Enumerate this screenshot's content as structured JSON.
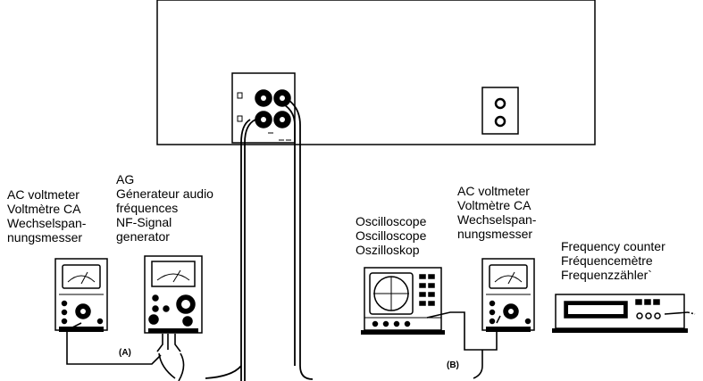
{
  "left_group": {
    "ac_voltmeter": {
      "lines": [
        "AC voltmeter",
        "Voltmètre CA",
        "Wechselspan-",
        "nungsmesser"
      ]
    },
    "audio_generator": {
      "lines": [
        "AG",
        "Génerateur audio",
        "fréquences",
        "NF-Signal",
        "generator"
      ]
    },
    "label": "(A)"
  },
  "right_group": {
    "oscilloscope": {
      "lines": [
        "Oscilloscope",
        "Oscilloscope",
        "Oszilloskop"
      ]
    },
    "ac_voltmeter": {
      "lines": [
        "AC voltmeter",
        "Voltmètre CA",
        "Wechselspan-",
        "nungsmesser"
      ]
    },
    "frequency_counter": {
      "lines": [
        "Frequency counter",
        "Fréquencemètre",
        "Frequenzzähler`"
      ]
    },
    "label": "(B)"
  }
}
